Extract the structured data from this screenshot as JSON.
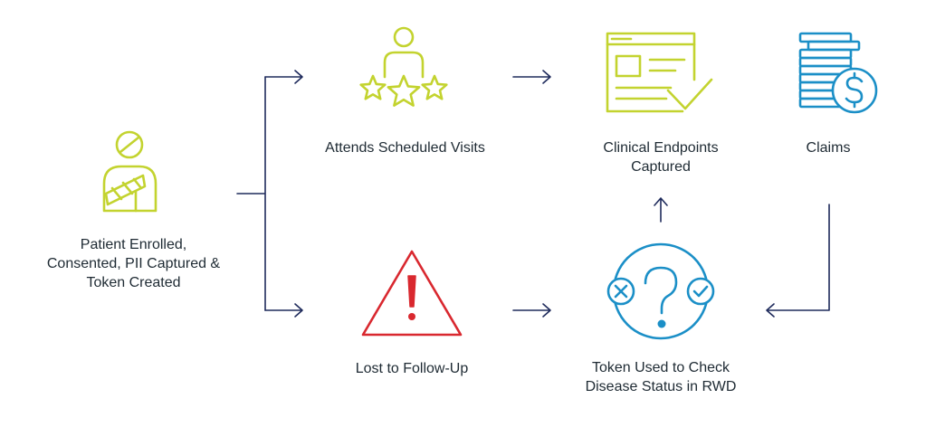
{
  "colors": {
    "lime": "#c3d32f",
    "blue": "#1b8fc7",
    "red": "#d9282f",
    "navy": "#1f2b5c",
    "text": "#1e2a33"
  },
  "nodes": {
    "patient": {
      "label": "Patient Enrolled,\nConsented, PII Captured &\nToken Created",
      "icon": "injured-patient-icon"
    },
    "visits": {
      "label": "Attends Scheduled Visits",
      "icon": "person-stars-icon"
    },
    "endpoints": {
      "label": "Clinical Endpoints\nCaptured",
      "icon": "checked-document-icon"
    },
    "claims": {
      "label": "Claims",
      "icon": "coin-stack-dollar-icon"
    },
    "lost": {
      "label": "Lost to Follow-Up",
      "icon": "warning-triangle-icon"
    },
    "token": {
      "label": "Token Used to Check\nDisease Status in RWD",
      "icon": "question-check-icon"
    }
  }
}
